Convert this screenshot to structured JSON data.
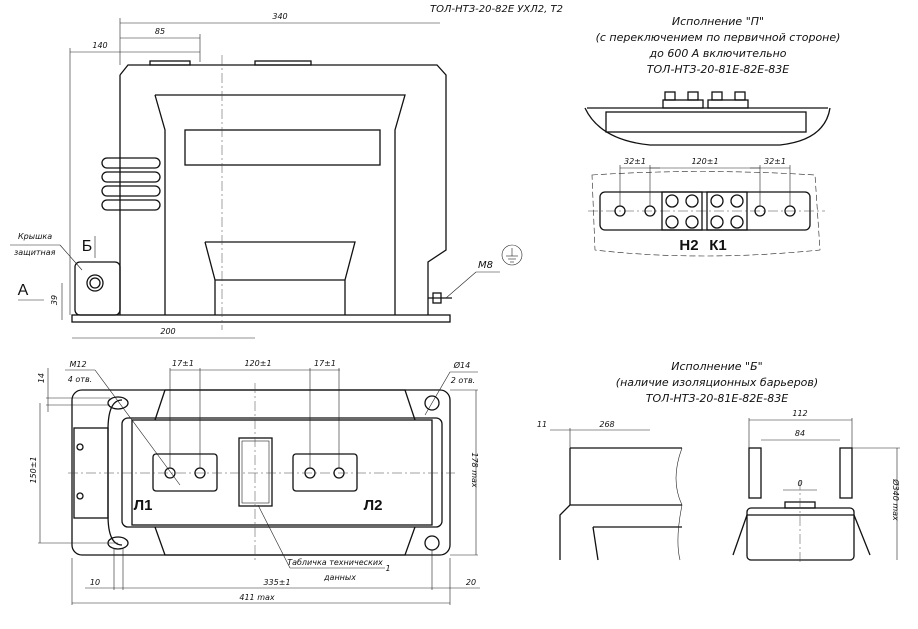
{
  "title": "ТОЛ-НТЗ-20-82Е УХЛ2, Т2",
  "front_view": {
    "dims": {
      "overall_width": "340",
      "d85": "85",
      "d140": "140",
      "d39": "39",
      "d200": "200"
    },
    "labels": {
      "cover_line1": "Крышка",
      "cover_line2": "защитная",
      "view_b": "Б",
      "view_a": "А",
      "bolt": "М8"
    }
  },
  "variant_p": {
    "heading": [
      "Исполнение \"П\"",
      "(с переключением по первичной стороне)",
      "до 600 А включительно",
      "ТОЛ-НТЗ-20-81Е-82Е-83Е"
    ],
    "dims": {
      "left": "32±1",
      "center": "120±1",
      "right": "32±1"
    },
    "terminals": {
      "left": "Н2",
      "right": "К1"
    }
  },
  "plan_view": {
    "dims": {
      "thread": "М12",
      "thread_count": "4 отв.",
      "left_pitch": "17±1",
      "center_pitch": "120±1",
      "right_pitch": "17±1",
      "hole": "Ø14",
      "hole_count": "2 отв.",
      "d14": "14",
      "d150": "150±1",
      "d178": "178 max",
      "d10": "10",
      "d335": "335±1",
      "d20": "20",
      "d411": "411 max"
    },
    "terminals": {
      "left": "Л1",
      "right": "Л2"
    },
    "nameplate_line1": "Табличка технических",
    "nameplate_line2": "данных",
    "leader_no": "1"
  },
  "variant_b": {
    "heading": [
      "Исполнение \"Б\"",
      "(наличие изоляционных барьеров)",
      "ТОЛ-НТЗ-20-81Е-82Е-83Е"
    ],
    "dims": {
      "d11": "11",
      "d268": "268",
      "d112": "112",
      "d84": "84",
      "d0": "0",
      "d340": "Ø340 max"
    }
  }
}
